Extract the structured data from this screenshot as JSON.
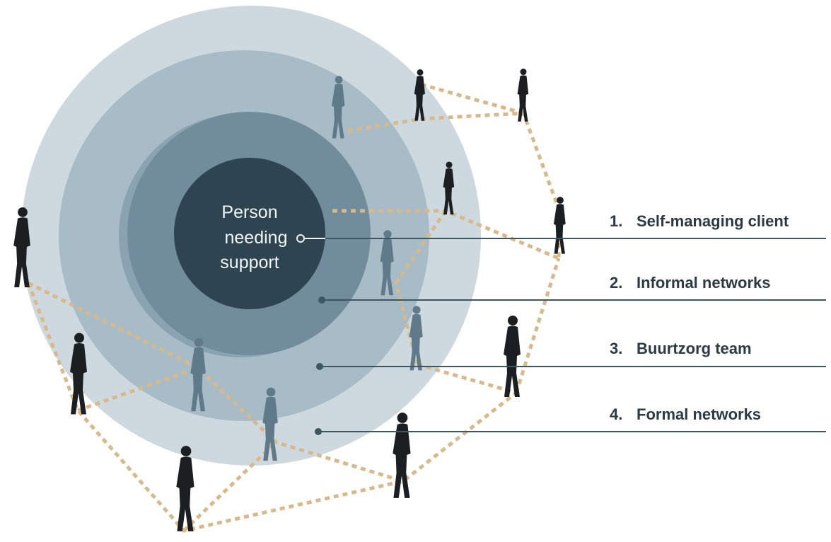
{
  "center": {
    "lines": [
      "Person",
      "needing",
      "support"
    ]
  },
  "layers": [
    {
      "number": "1.",
      "label": "Self-managing client"
    },
    {
      "number": "2.",
      "label": "Informal networks"
    },
    {
      "number": "3.",
      "label": "Buurtzorg team"
    },
    {
      "number": "4.",
      "label": "Formal networks"
    }
  ],
  "colors": {
    "ring_outer": "#cdd8df",
    "ring_formal": "#a8bcc7",
    "ring_team": "#8aa3b1",
    "ring_informal": "#6b8796",
    "core": "#2e4450",
    "network_links": "#d8b98a",
    "silhouette": "#1b1f22"
  },
  "icons": [
    "person-silhouette-icon"
  ]
}
